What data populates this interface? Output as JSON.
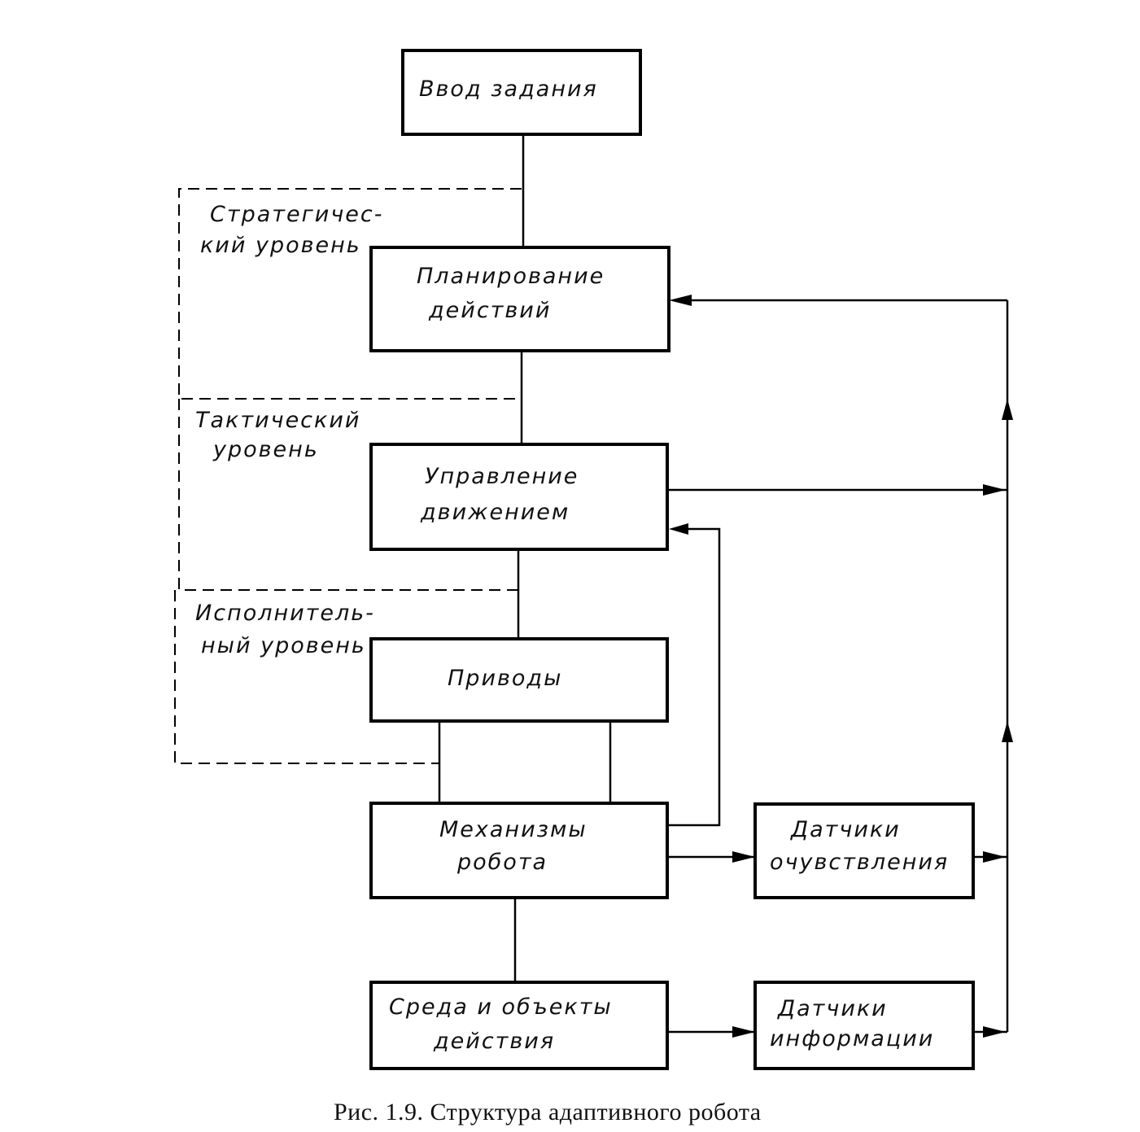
{
  "blocks": {
    "task_input": "Ввод задания",
    "action_planning": [
      "Планирование",
      "действий"
    ],
    "motion_control": [
      "Управление",
      "движением"
    ],
    "drives": "Приводы",
    "robot_mechanisms": [
      "Механизмы",
      "робота"
    ],
    "environment_objects": [
      "Среда  и  объекты",
      "действия"
    ],
    "sensing_sensors": [
      "Датчики",
      "очувствления"
    ],
    "info_sensors": [
      "Датчики",
      "информации"
    ]
  },
  "levels": {
    "strategic": [
      "Стратегичес-",
      "кий  уровень"
    ],
    "tactical": [
      "Тактический",
      "уровень"
    ],
    "executive": [
      "Исполнитель-",
      "ный  уровень"
    ]
  },
  "caption": "Рис. 1.9. Структура адаптивного робота"
}
